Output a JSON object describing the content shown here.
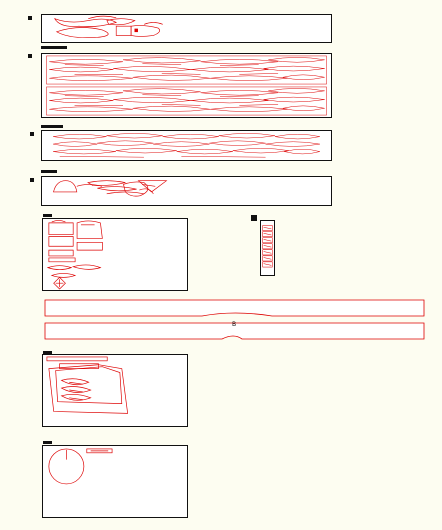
{
  "drawing": {
    "background": "#fdfdf1",
    "sheet_fill": "#ffffff",
    "frame_color": "#111111",
    "pattern_color": "#dd0000",
    "center_label": "B"
  },
  "sections": [
    {
      "id": "section-1",
      "title_bar": "short"
    },
    {
      "id": "section-2",
      "title_bar": "long"
    },
    {
      "id": "section-3",
      "title_bar": "long"
    },
    {
      "id": "section-4",
      "title_bar": "medium"
    },
    {
      "id": "section-5",
      "title_bar": "short"
    },
    {
      "id": "section-6",
      "title_bar": "short"
    },
    {
      "id": "section-7",
      "title_bar": "short"
    },
    {
      "id": "section-8",
      "title_bar": "short"
    }
  ]
}
